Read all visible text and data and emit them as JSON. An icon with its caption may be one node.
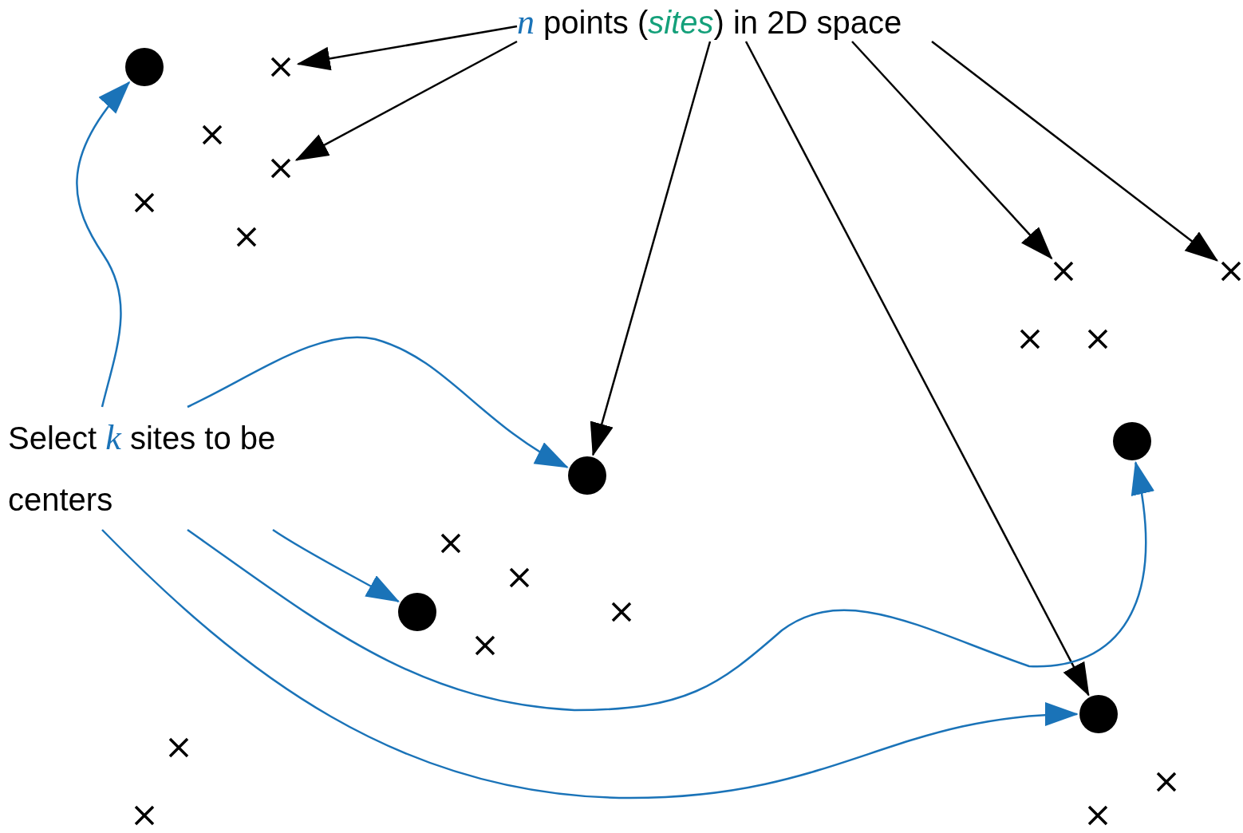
{
  "diagram": {
    "nodes": [
      {
        "text": [
          "*n* points (*sites*) in 2D space"
        ]
      },
      {
        "text": [
          "Select *k* sites to be centers"
        ]
      },
      {
        "text": [],
        "shape": "circle"
      },
      {
        "text": [],
        "shape": "cross"
      },
      {
        "text": [],
        "shape": "cross"
      },
      {
        "text": [],
        "shape": "cross"
      },
      {
        "text": [],
        "shape": "cross"
      },
      {
        "text": [],
        "shape": "cross"
      },
      {
        "text": [],
        "shape": "cross"
      },
      {
        "text": [],
        "shape": "cross"
      },
      {
        "text": [],
        "shape": "cross"
      },
      {
        "text": [],
        "shape": "cross"
      },
      {
        "text": [],
        "shape": "circle"
      },
      {
        "text": [],
        "shape": "circle"
      },
      {
        "text": [],
        "shape": "cross"
      },
      {
        "text": [],
        "shape": "cross"
      },
      {
        "text": [],
        "shape": "circle"
      },
      {
        "text": [],
        "shape": "cross"
      },
      {
        "text": [],
        "shape": "cross"
      },
      {
        "text": [],
        "shape": "circle"
      },
      {
        "text": [],
        "shape": "cross"
      },
      {
        "text": [],
        "shape": "cross"
      },
      {
        "text": [],
        "shape": "cross"
      },
      {
        "text": [],
        "shape": "cross"
      }
    ],
    "edges": [
      {
        "from": 0,
        "to": 3,
        "arrow": "to"
      },
      {
        "from": 0,
        "to": 5,
        "arrow": "to"
      },
      {
        "from": 0,
        "to": 12,
        "arrow": "to"
      },
      {
        "from": 0,
        "to": 19,
        "arrow": "to"
      },
      {
        "from": 0,
        "to": 8,
        "arrow": "to"
      },
      {
        "from": 0,
        "to": 9,
        "arrow": "to"
      },
      {
        "from": 1,
        "to": 2,
        "arrow": "to",
        "color": "#1a73b8"
      },
      {
        "from": 1,
        "to": 12,
        "arrow": "to",
        "color": "#1a73b8"
      },
      {
        "from": 1,
        "to": 16,
        "arrow": "to",
        "color": "#1a73b8"
      },
      {
        "from": 1,
        "to": 13,
        "arrow": "to",
        "color": "#1a73b8"
      },
      {
        "from": 1,
        "to": 19,
        "arrow": "to",
        "color": "#1a73b8"
      }
    ]
  }
}
